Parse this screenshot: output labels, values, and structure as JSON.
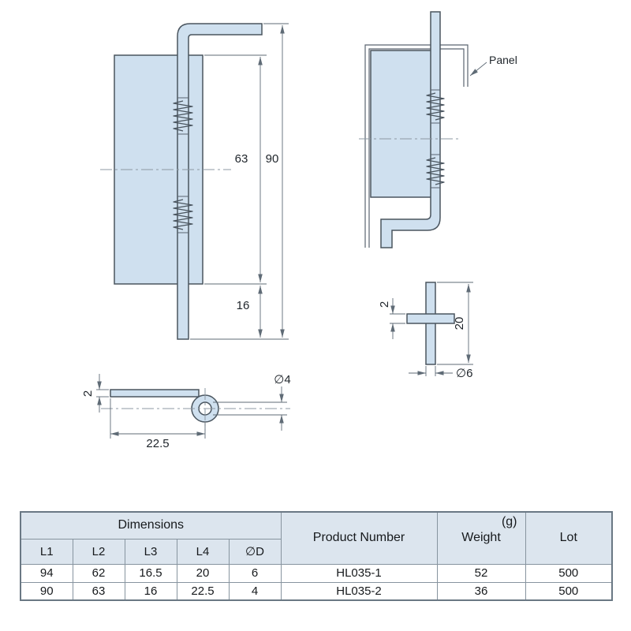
{
  "colors": {
    "part_fill": "#cfe0ef",
    "outline": "#4a555f",
    "table_header_bg": "#dce5ee",
    "table_border": "#87949f"
  },
  "front_view": {
    "dim_63": "63",
    "dim_90": "90",
    "dim_16": "16"
  },
  "side_view": {
    "panel_label": "Panel"
  },
  "pin_detail": {
    "dim_2": "2",
    "dim_20": "20",
    "dim_d6": "∅6"
  },
  "top_view": {
    "dim_2": "2",
    "dim_22_5": "22.5",
    "dim_d4": "∅4"
  },
  "table": {
    "headers": {
      "dimensions": "Dimensions",
      "product_number": "Product Number",
      "weight": "Weight",
      "weight_unit": "(g)",
      "lot": "Lot"
    },
    "dim_columns": [
      "L1",
      "L2",
      "L3",
      "L4",
      "∅D"
    ],
    "rows": [
      {
        "L1": "94",
        "L2": "62",
        "L3": "16.5",
        "L4": "20",
        "D": "6",
        "product_number": "HL035-1",
        "weight": "52",
        "lot": "500"
      },
      {
        "L1": "90",
        "L2": "63",
        "L3": "16",
        "L4": "22.5",
        "D": "4",
        "product_number": "HL035-2",
        "weight": "36",
        "lot": "500"
      }
    ]
  }
}
